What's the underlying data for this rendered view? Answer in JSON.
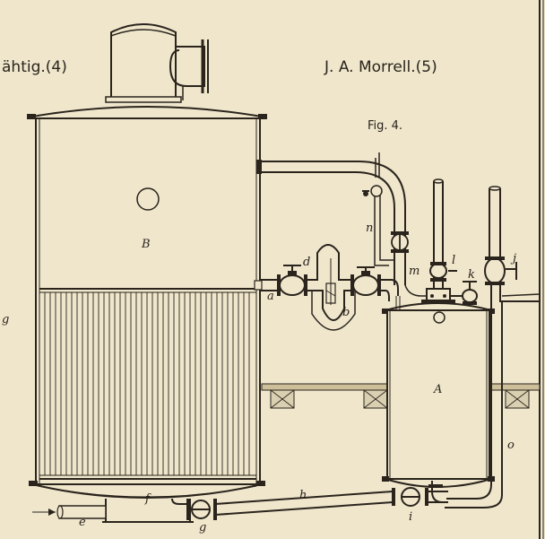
{
  "header": {
    "left_text": "ähtig.(4)",
    "right_text": "J. A. Morrell.(5)",
    "figure": "Fig. 4."
  },
  "labels": {
    "B": "B",
    "A": "A",
    "a": "a",
    "b": "b",
    "d": "d",
    "e": "e",
    "f": "f",
    "g": "g",
    "h": "h",
    "i": "i",
    "j": "j",
    "k": "k",
    "l": "l",
    "m": "m",
    "n": "n",
    "o": "o",
    "margin_g": "g"
  },
  "colors": {
    "paper": "#efe6cc",
    "ink": "#2a241c"
  }
}
